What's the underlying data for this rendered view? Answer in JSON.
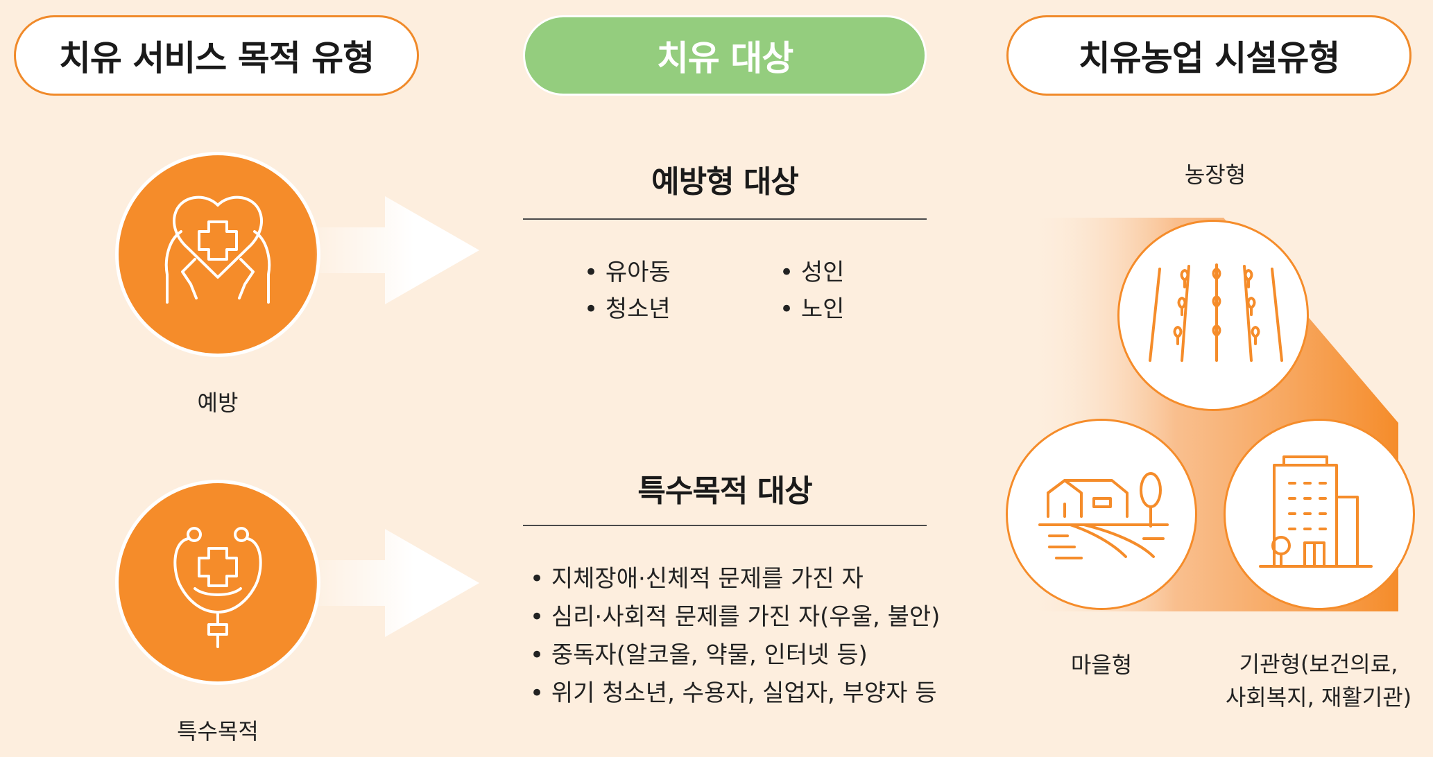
{
  "headers": {
    "purpose": "치유 서비스 목적 유형",
    "target": "치유 대상",
    "facility": "치유농업 시설유형"
  },
  "purposes": [
    {
      "label": "예방",
      "icon": "heart-hands-medical-icon"
    },
    {
      "label": "특수목적",
      "icon": "stethoscope-icon"
    }
  ],
  "targets": {
    "prevention": {
      "title": "예방형 대상",
      "items": [
        "• 유아동",
        "• 청소년",
        "• 성인",
        "• 노인"
      ]
    },
    "special": {
      "title": "특수목적 대상",
      "items": [
        "• 지체장애·신체적 문제를 가진 자",
        "• 심리·사회적 문제를 가진 자(우울, 불안)",
        "• 중독자(알코올, 약물, 인터넷 등)",
        "• 위기 청소년, 수용자, 실업자, 부양자 등"
      ]
    }
  },
  "facilities": {
    "farm": {
      "label": "농장형",
      "icon": "crop-field-icon"
    },
    "village": {
      "label": "마을형",
      "icon": "village-house-icon"
    },
    "institution": {
      "line1": "기관형(보건의료,",
      "line2": "사회복지, 재활기관)",
      "icon": "building-icon"
    }
  },
  "colors": {
    "accent": "#f58c2a",
    "green": "#94cd7e",
    "background": "#fdeede"
  }
}
